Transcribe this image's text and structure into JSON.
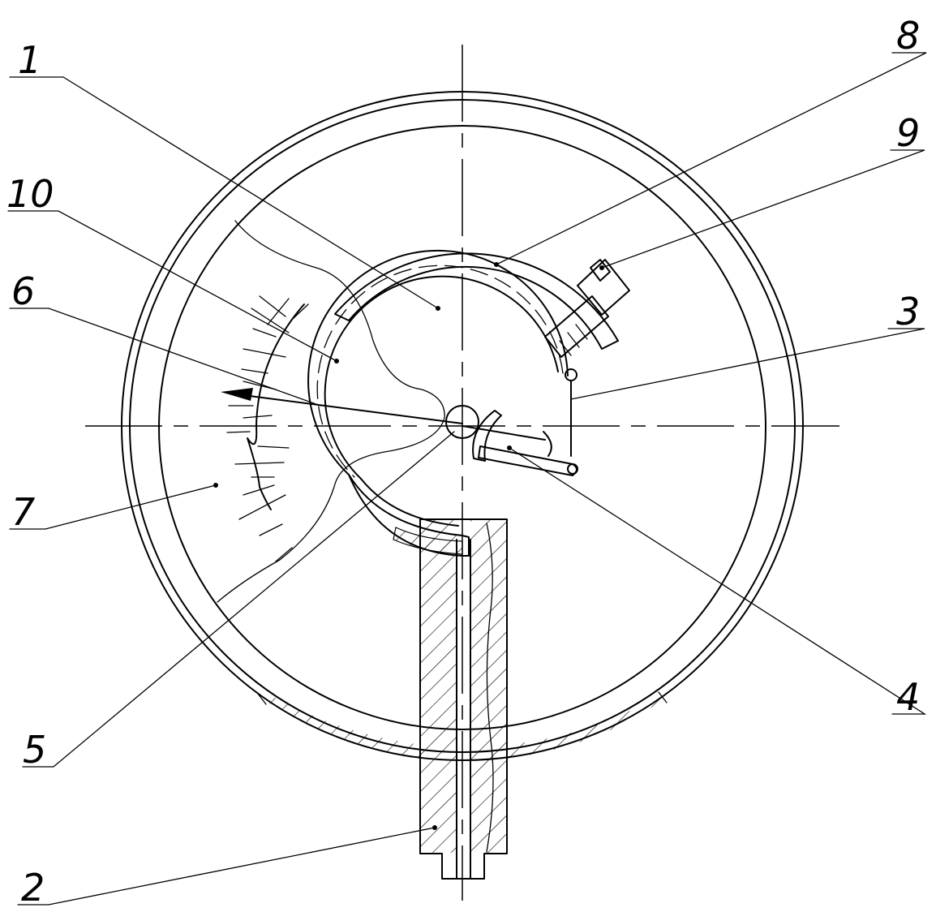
{
  "figure": {
    "subject": "Bourdon-tube pressure gauge cross-section",
    "callouts": [
      {
        "id": "c1",
        "label": "1",
        "part": "bourdon-tube"
      },
      {
        "id": "c2",
        "label": "2",
        "part": "holder-fitting"
      },
      {
        "id": "c3",
        "label": "3",
        "part": "link-rod"
      },
      {
        "id": "c4",
        "label": "4",
        "part": "sector-lever"
      },
      {
        "id": "c5",
        "label": "5",
        "part": "pinion-axis"
      },
      {
        "id": "c6",
        "label": "6",
        "part": "pointer"
      },
      {
        "id": "c7",
        "label": "7",
        "part": "dial-scale"
      },
      {
        "id": "c8",
        "label": "8",
        "part": "protective-guard"
      },
      {
        "id": "c9",
        "label": "9",
        "part": "adjusting-screw"
      },
      {
        "id": "c10",
        "label": "10",
        "part": "dial-plate"
      }
    ],
    "colors": {
      "line": "#000000",
      "background": "#ffffff"
    }
  }
}
